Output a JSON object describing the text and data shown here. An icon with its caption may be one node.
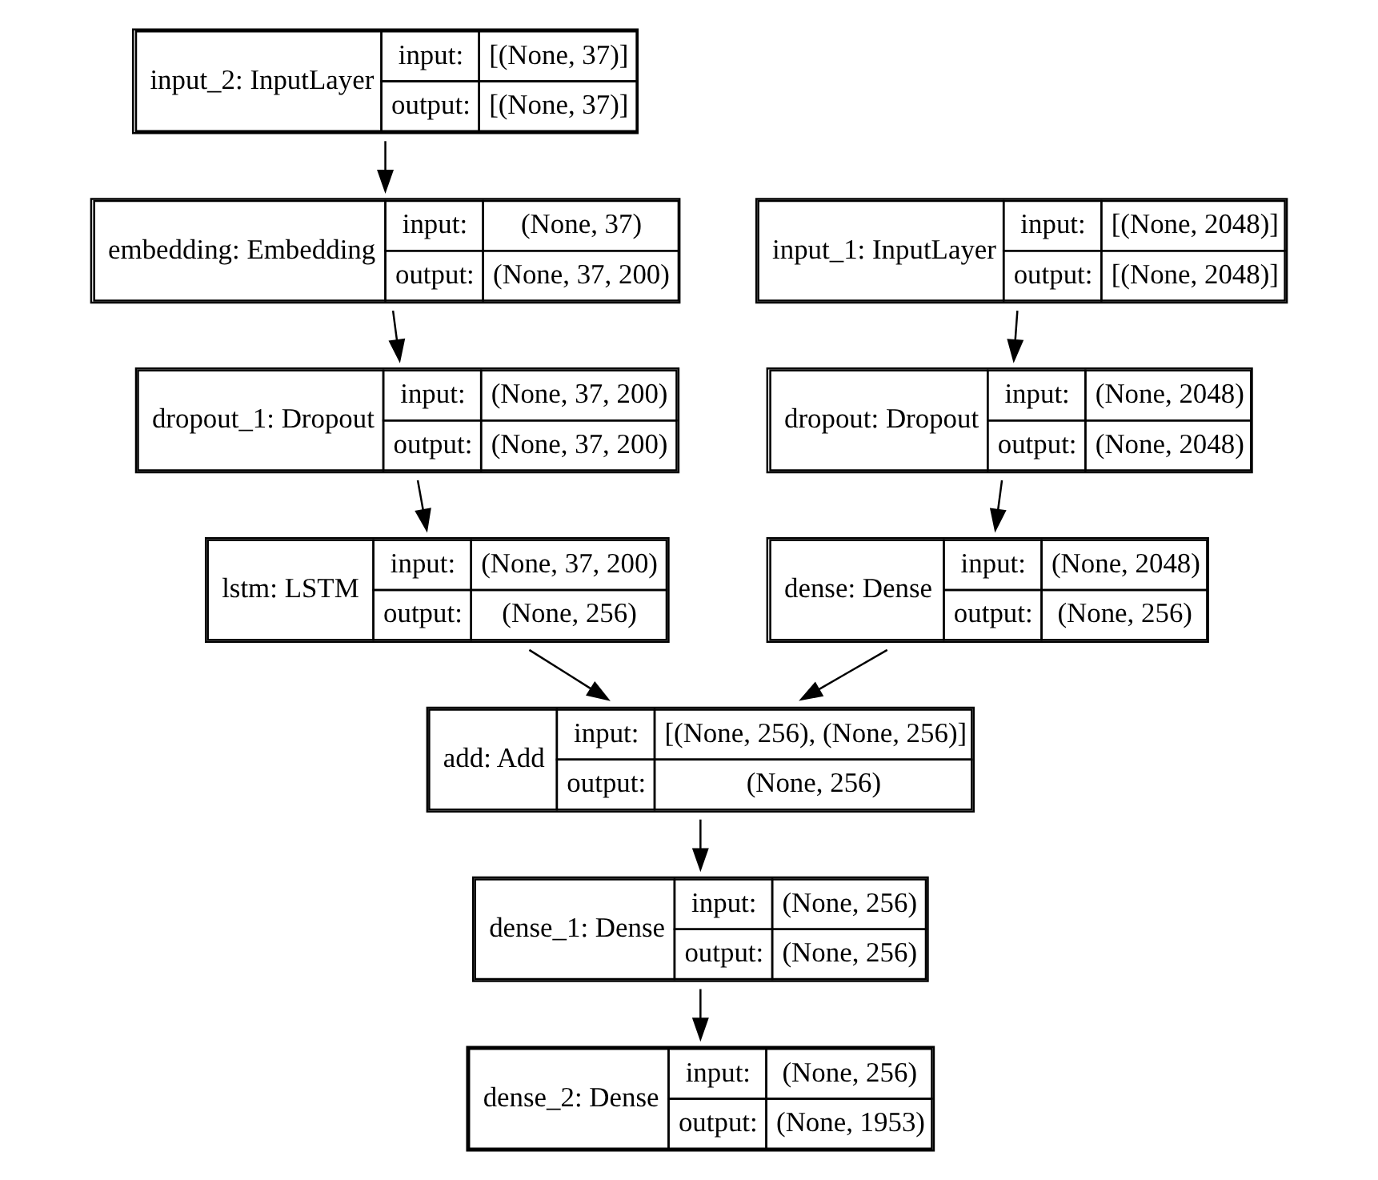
{
  "diagram": {
    "nodes": [
      {
        "text": [
          "input_2: InputLayer",
          "input:",
          "[(None, 37)]",
          "output:",
          "[(None, 37)]"
        ]
      },
      {
        "text": [
          "embedding: Embedding",
          "input:",
          "(None, 37)",
          "output:",
          "(None, 37, 200)"
        ]
      },
      {
        "text": [
          "input_1: InputLayer",
          "input:",
          "[(None, 2048)]",
          "output:",
          "[(None, 2048)]"
        ]
      },
      {
        "text": [
          "dropout_1: Dropout",
          "input:",
          "(None, 37, 200)",
          "output:",
          "(None, 37, 200)"
        ]
      },
      {
        "text": [
          "dropout: Dropout",
          "input:",
          "(None, 2048)",
          "output:",
          "(None, 2048)"
        ]
      },
      {
        "text": [
          "lstm: LSTM",
          "input:",
          "(None, 37, 200)",
          "output:",
          "(None, 256)"
        ]
      },
      {
        "text": [
          "dense: Dense",
          "input:",
          "(None, 2048)",
          "output:",
          "(None, 256)"
        ]
      },
      {
        "text": [
          "add: Add",
          "input:",
          "[(None, 256), (None, 256)]",
          "output:",
          "(None, 256)"
        ]
      },
      {
        "text": [
          "dense_1: Dense",
          "input:",
          "(None, 256)",
          "output:",
          "(None, 256)"
        ]
      },
      {
        "text": [
          "dense_2: Dense",
          "input:",
          "(None, 256)",
          "output:",
          "(None, 1953)"
        ]
      }
    ],
    "edges": [
      {
        "from": 0,
        "to": 1,
        "arrow": "to"
      },
      {
        "from": 1,
        "to": 3,
        "arrow": "to"
      },
      {
        "from": 3,
        "to": 5,
        "arrow": "to"
      },
      {
        "from": 2,
        "to": 4,
        "arrow": "to"
      },
      {
        "from": 4,
        "to": 6,
        "arrow": "to"
      },
      {
        "from": 5,
        "to": 7,
        "arrow": "to"
      },
      {
        "from": 6,
        "to": 7,
        "arrow": "to"
      },
      {
        "from": 7,
        "to": 8,
        "arrow": "to"
      },
      {
        "from": 8,
        "to": 9,
        "arrow": "to"
      }
    ]
  }
}
